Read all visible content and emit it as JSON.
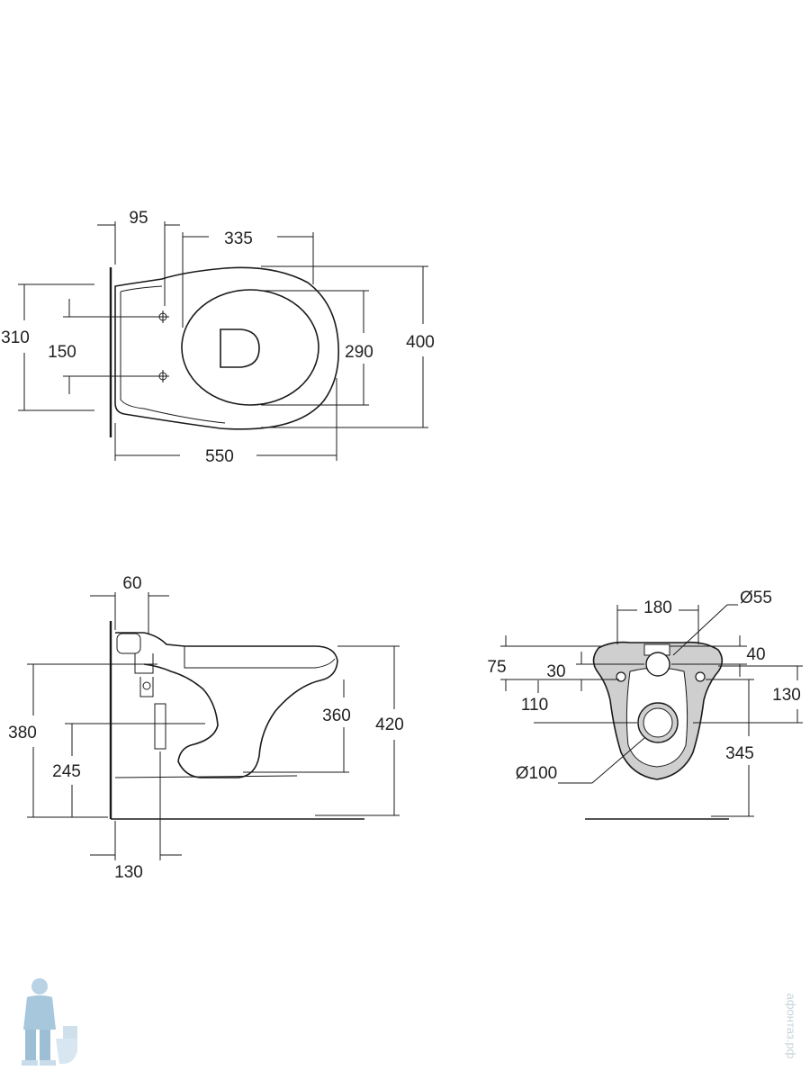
{
  "top_view": {
    "dim_95": "95",
    "dim_335": "335",
    "dim_310": "310",
    "dim_150": "150",
    "dim_290": "290",
    "dim_400": "400",
    "dim_550": "550"
  },
  "side_view": {
    "dim_60": "60",
    "dim_380": "380",
    "dim_245": "245",
    "dim_360": "360",
    "dim_420": "420",
    "dim_130": "130"
  },
  "rear_view": {
    "dim_180": "180",
    "dim_d55": "Ø55",
    "dim_75": "75",
    "dim_30": "30",
    "dim_40": "40",
    "dim_130": "130",
    "dim_110": "110",
    "dim_345": "345",
    "dim_d100": "Ø100"
  },
  "watermark": "афонтаз.рф",
  "logo_icon": "plumber-mascot-icon"
}
